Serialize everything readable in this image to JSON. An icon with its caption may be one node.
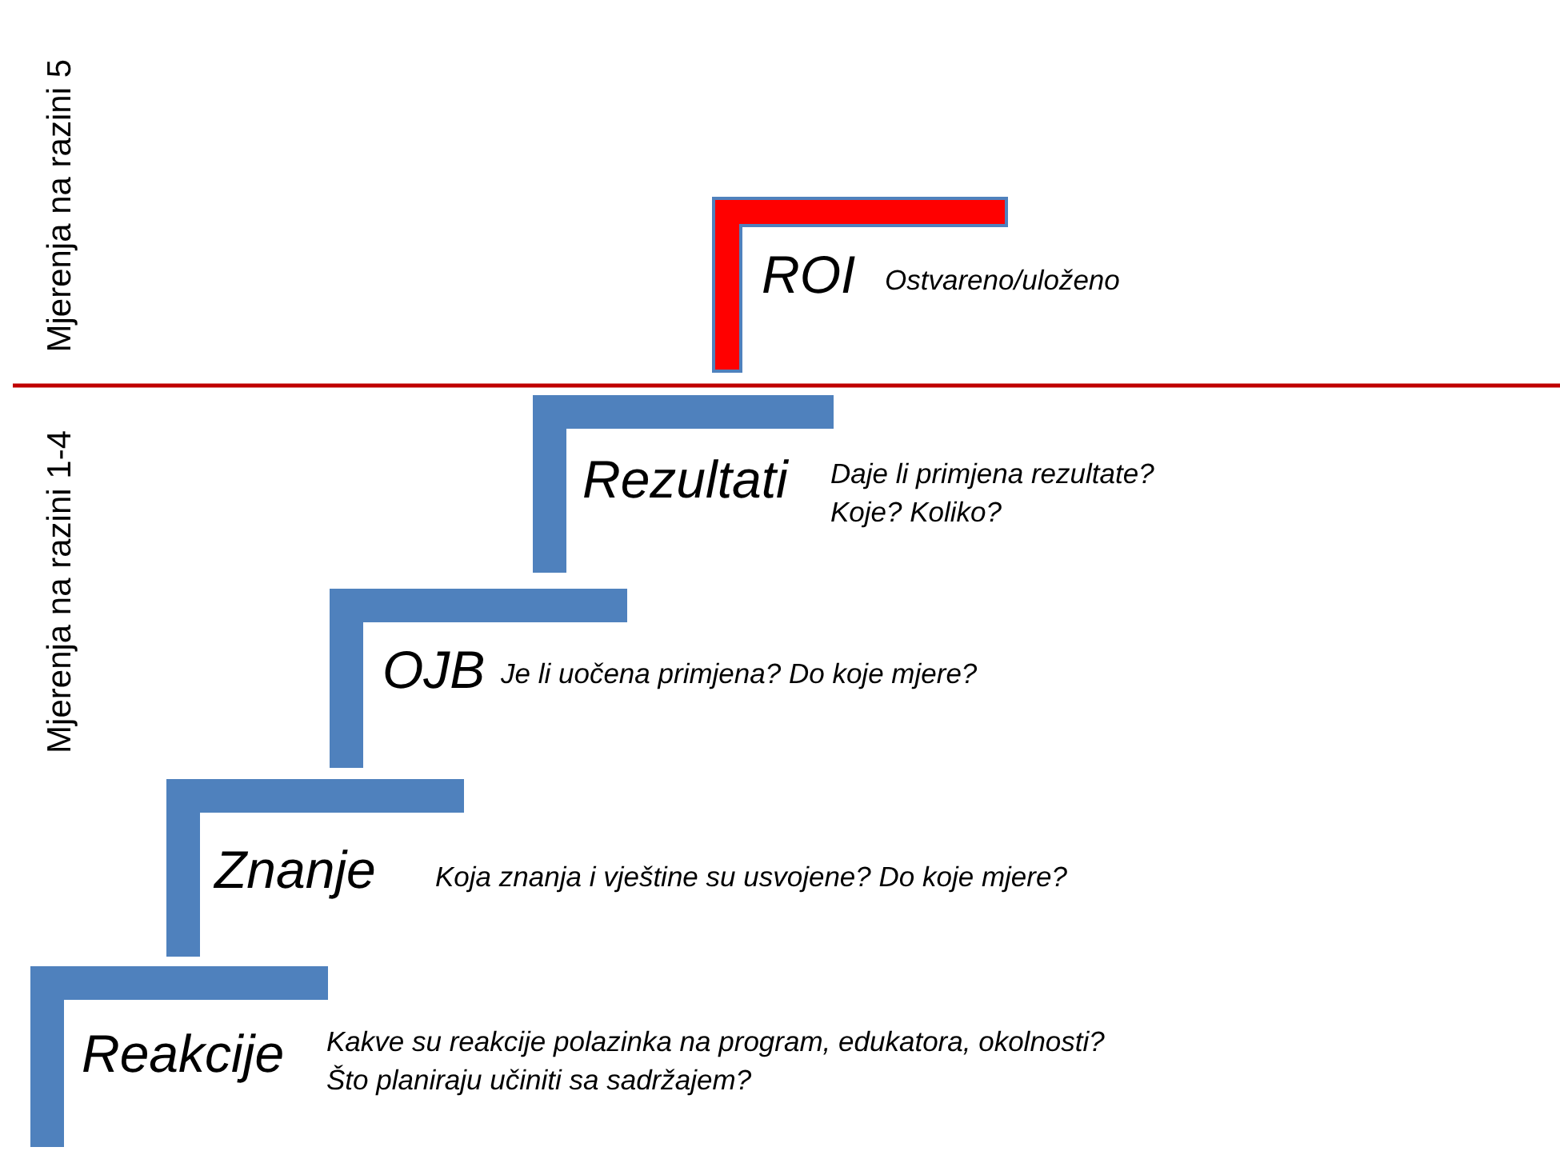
{
  "diagram": {
    "nodes": [
      {
        "text": [
          "ROI",
          "Ostvareno/uloženo"
        ]
      },
      {
        "text": [
          "Rezultati",
          "Daje li primjena rezultate? Koje? Koliko?"
        ]
      },
      {
        "text": [
          "OJB",
          "Je li uočena primjena? Do koje mjere?"
        ]
      },
      {
        "text": [
          "Znanje",
          "Koja znanja i vještine su usvojene? Do koje mjere?"
        ]
      },
      {
        "text": [
          "Reakcije",
          "Kakve su reakcije polazinka na program, edukatora, okolnosti? Što planiraju učiniti sa sadržajem?"
        ]
      }
    ],
    "edges": [],
    "labels": [
      "Mjerenja na razini 5",
      "Mjerenja na razini 1-4"
    ]
  }
}
